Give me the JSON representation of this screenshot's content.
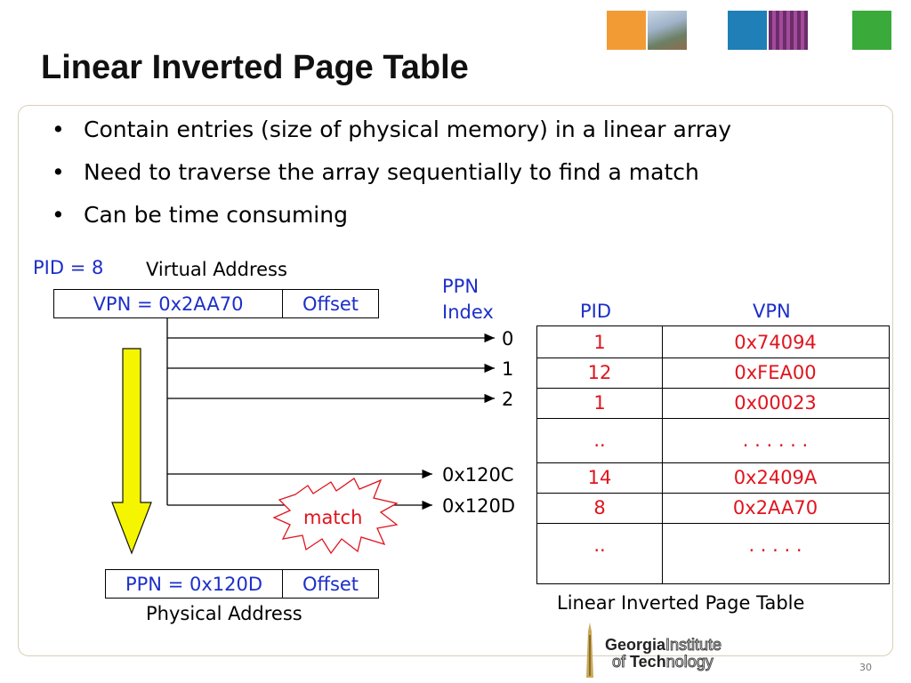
{
  "slide": {
    "title": "Linear Inverted Page Table",
    "bullets": [
      "Contain entries (size of physical memory) in a linear array",
      "Need to traverse the array sequentially to find a match",
      "Can be time consuming"
    ],
    "page_number": "30"
  },
  "diagram": {
    "pid_label": "PID = 8",
    "virtual_address_label": "Virtual Address",
    "vpn_field": "VPN = 0x2AA70",
    "offset_field": "Offset",
    "ppn_index_label_line1": "PPN",
    "ppn_index_label_line2": "Index",
    "indices": [
      "0",
      "1",
      "2",
      "0x120C",
      "0x120D"
    ],
    "match_label": "match",
    "ppn_field": "PPN = 0x120D",
    "physical_offset_field": "Offset",
    "physical_address_label": "Physical Address",
    "table_caption": "Linear Inverted Page Table",
    "table_headers": {
      "pid": "PID",
      "vpn": "VPN"
    },
    "table_rows": [
      {
        "pid": "1",
        "vpn": "0x74094"
      },
      {
        "pid": "12",
        "vpn": "0xFEA00"
      },
      {
        "pid": "1",
        "vpn": "0x00023"
      },
      {
        "pid": "..",
        "vpn": ". . . . . ."
      },
      {
        "pid": "14",
        "vpn": "0x2409A"
      },
      {
        "pid": "8",
        "vpn": "0x2AA70"
      },
      {
        "pid": "..",
        "vpn": ". . . . ."
      }
    ]
  },
  "logo": {
    "line1_bold": "Georgia",
    "line1_rest": "Institute",
    "line2_pre": "of ",
    "line2_bold": "Tech",
    "line2_rest": "nology"
  },
  "colors": {
    "accent_blue": "#1c2fc8",
    "accent_red": "#e0141e",
    "arrow_yellow": "#f5f500"
  }
}
